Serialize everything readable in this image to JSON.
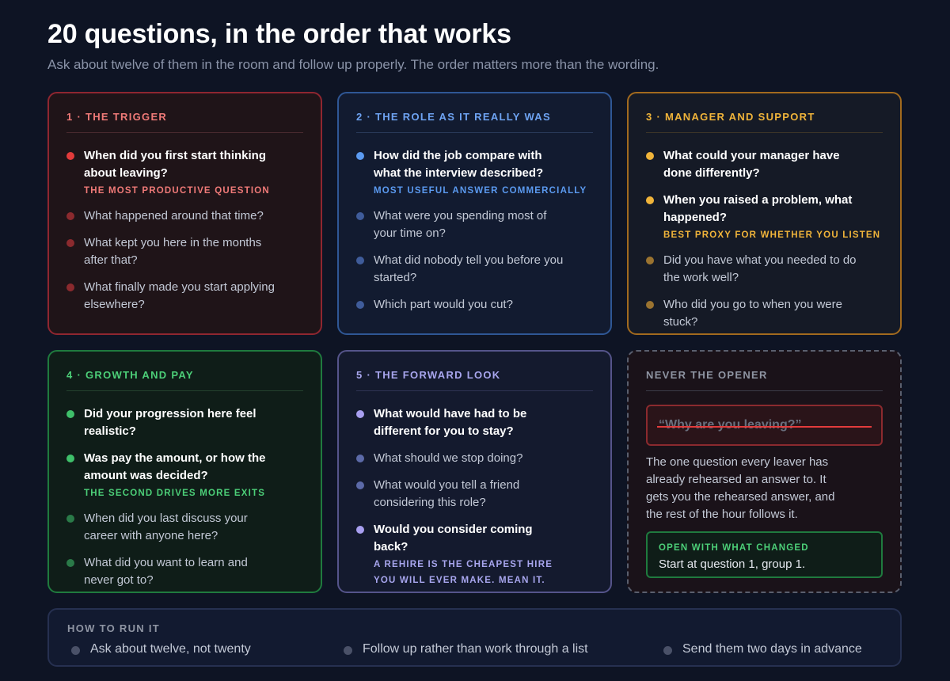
{
  "header": {
    "title": "20 questions, in the order that works",
    "subtitle": "Ask about twelve of them in the room and follow up properly. The order matters more than the wording."
  },
  "groups": [
    {
      "heading": "1 · THE TRIGGER",
      "questions": [
        {
          "text": "When did you first start thinking about leaving?",
          "note": "THE MOST PRODUCTIVE QUESTION"
        },
        {
          "text": "What happened around that time?"
        },
        {
          "text": "What kept you here in the months after that?"
        },
        {
          "text": "What finally made you start applying elsewhere?"
        }
      ]
    },
    {
      "heading": "2 · THE ROLE AS IT REALLY WAS",
      "questions": [
        {
          "text": "How did the job compare with what the interview described?",
          "note": "MOST USEFUL ANSWER COMMERCIALLY"
        },
        {
          "text": "What were you spending most of your time on?"
        },
        {
          "text": "What did nobody tell you before you started?"
        },
        {
          "text": "Which part would you cut?"
        }
      ]
    },
    {
      "heading": "3 · MANAGER AND SUPPORT",
      "questions": [
        {
          "text": "What could your manager have done differently?"
        },
        {
          "text": "When you raised a problem, what happened?",
          "note": "BEST PROXY FOR WHETHER YOU LISTEN"
        },
        {
          "text": "Did you have what you needed to do the work well?"
        },
        {
          "text": "Who did you go to when you were stuck?"
        }
      ]
    },
    {
      "heading": "4 · GROWTH AND PAY",
      "questions": [
        {
          "text": "Did your progression here feel realistic?"
        },
        {
          "text": "Was pay the amount, or how the amount was decided?",
          "note": "THE SECOND DRIVES MORE EXITS"
        },
        {
          "text": "When did you last discuss your career with anyone here?"
        },
        {
          "text": "What did you want to learn and never got to?"
        }
      ]
    },
    {
      "heading": "5 · THE FORWARD LOOK",
      "questions": [
        {
          "text": "What would have had to be different for you to stay?"
        },
        {
          "text": "What should we stop doing?"
        },
        {
          "text": "What would you tell a friend considering this role?"
        },
        {
          "text": "Would you consider coming back?",
          "note_line1": "A REHIRE IS THE CHEAPEST HIRE",
          "note_line2": "YOU WILL EVER MAKE. MEAN IT."
        }
      ]
    }
  ],
  "never": {
    "heading": "NEVER THE OPENER",
    "struck_question": "“Why are you leaving?”",
    "description": "The one question every leaver has already rehearsed an answer to. It gets you the rehearsed answer, and the rest of the hour follows it.",
    "open_label": "OPEN WITH WHAT CHANGED",
    "open_text": "Start at question 1, group 1."
  },
  "howto": {
    "heading": "HOW TO RUN IT",
    "tips": [
      "Ask about twelve, not twenty",
      "Follow up rather than work through a list",
      "Send them two days in advance"
    ]
  },
  "colors": {
    "trigger": "#e23b3b",
    "role": "#5b9af0",
    "manager": "#f0b43a",
    "growth": "#3fc06a",
    "forward": "#a89ff0"
  }
}
